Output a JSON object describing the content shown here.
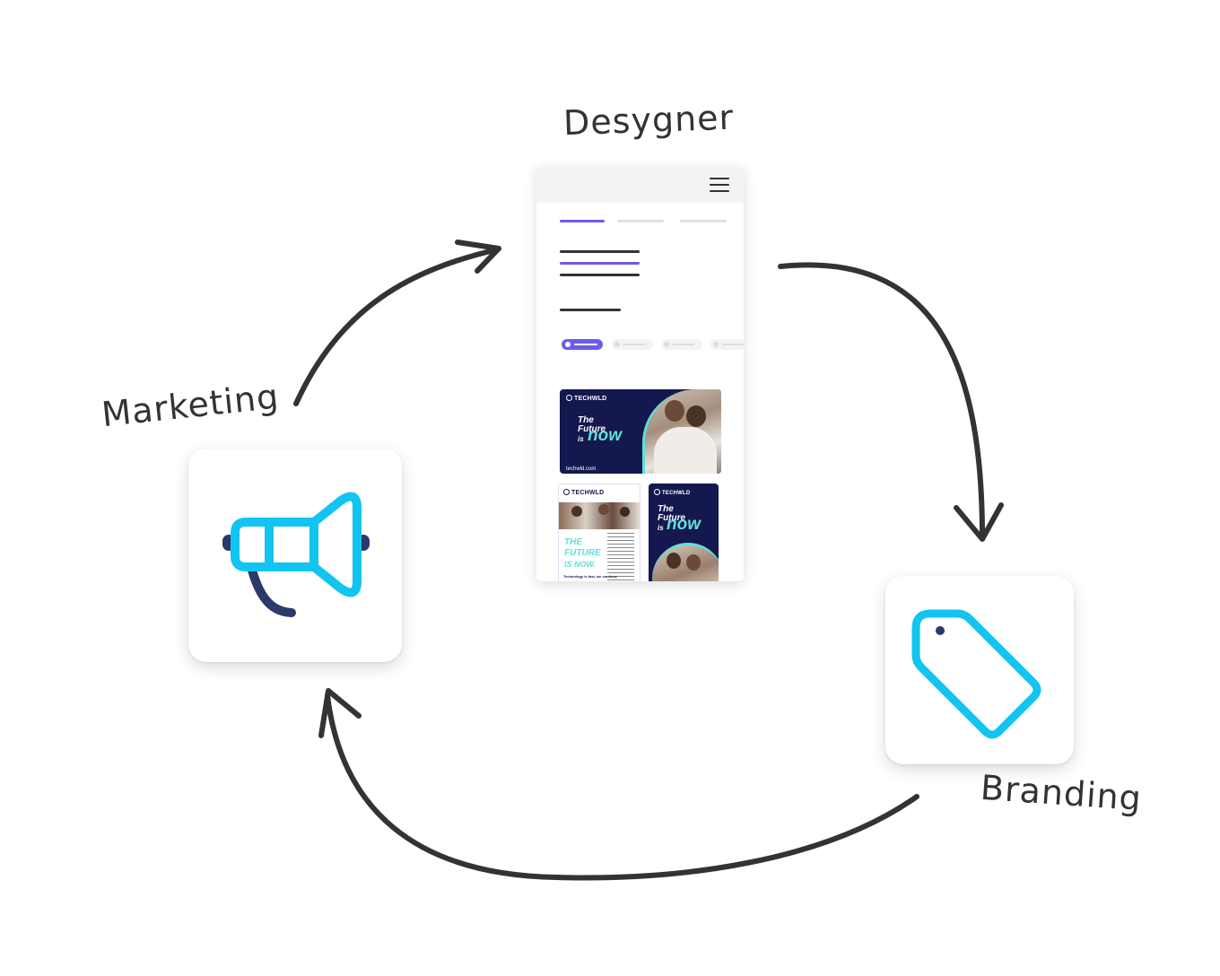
{
  "labels": {
    "center": "Desygner",
    "left": "Marketing",
    "right": "Branding"
  },
  "icons": {
    "left": "megaphone-icon",
    "right": "tag-icon",
    "menu": "hamburger-menu-icon"
  },
  "colors": {
    "accent": "#12c4f0",
    "navy": "#2a3a6a",
    "purple": "#6c5ce7",
    "ink": "#333333",
    "banner_bg": "#14184f",
    "teal": "#5fe0d8"
  },
  "phone": {
    "banner_main": {
      "brand": "TECHWLD",
      "line1": "The",
      "line2": "Future",
      "line3": "is",
      "highlight": "now",
      "url": "techwld.com"
    },
    "banner_doc": {
      "brand": "TECHWLD",
      "headline_1": "THE",
      "headline_2": "FUTURE",
      "headline_3": "IS NOW.",
      "caption": "Technology is fast, we continue"
    },
    "banner_story": {
      "brand": "TECHWLD",
      "line1": "The",
      "line2": "Future",
      "line3": "is",
      "highlight": "now"
    }
  }
}
